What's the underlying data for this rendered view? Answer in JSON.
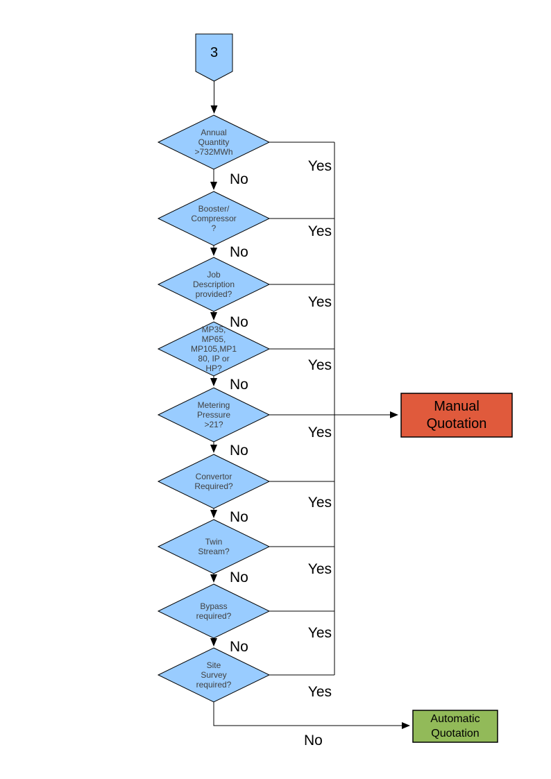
{
  "page": {
    "type": "flowchart",
    "background": "#FFFFFF"
  },
  "colors": {
    "decision_fill": "#99CCFF",
    "shape_border": "#000000",
    "manual_fill": "#E05A3C",
    "automatic_fill": "#92BA59",
    "line": "#000000",
    "decision_text": "#404040",
    "branch_text": "#000000"
  },
  "connector": {
    "label": "3"
  },
  "decisions": [
    {
      "label": "Annual\nQuantity\n>732MWh",
      "yes_label": "Yes",
      "no_label": "No"
    },
    {
      "label": "Booster/\nCompressor\n?",
      "yes_label": "Yes",
      "no_label": "No"
    },
    {
      "label": "Job\nDescription\nprovided?",
      "yes_label": "Yes",
      "no_label": "No"
    },
    {
      "label": "MP35,\nMP65,\nMP105,MP1\n80, IP or\nHP?",
      "yes_label": "Yes",
      "no_label": "No"
    },
    {
      "label": "Metering\nPressure\n>21?",
      "yes_label": "Yes",
      "no_label": "No"
    },
    {
      "label": "Convertor\nRequired?",
      "yes_label": "Yes",
      "no_label": "No"
    },
    {
      "label": "Twin\nStream?",
      "yes_label": "Yes",
      "no_label": "No"
    },
    {
      "label": "Bypass\nrequired?",
      "yes_label": "Yes",
      "no_label": "No"
    },
    {
      "label": "Site\nSurvey\nrequired?",
      "yes_label": "Yes",
      "no_label": "No"
    }
  ],
  "outcomes": {
    "manual": {
      "label": "Manual\nQuotation"
    },
    "automatic": {
      "label": "Automatic\nQuotation"
    }
  }
}
